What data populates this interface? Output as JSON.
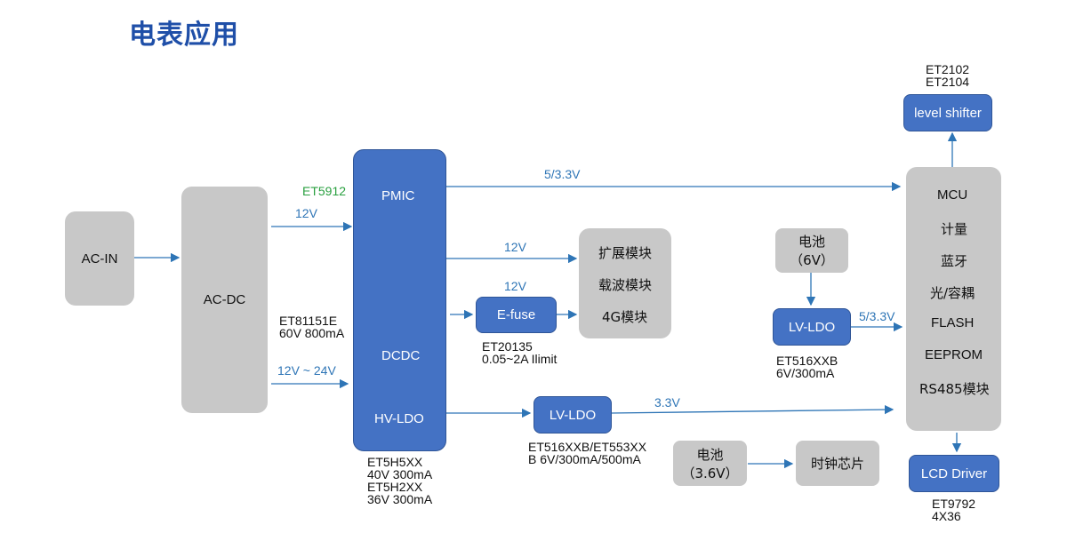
{
  "title": "电表应用",
  "ac_in": "AC-IN",
  "ac_dc": "AC-DC",
  "big": {
    "pmic": "PMIC",
    "dcdc": "DCDC",
    "hvldo": "HV-LDO"
  },
  "efuse": "E-fuse",
  "lvldo_bottom": "LV-LDO",
  "lvldo_right": "LV-LDO",
  "level_shifter": "level shifter",
  "lcd": "LCD Driver",
  "ext_modules": [
    "扩展模块",
    "载波模块",
    "4G模块"
  ],
  "mcu_items": [
    "MCU",
    "计量",
    "蓝牙",
    "光/容耦",
    "FLASH",
    "EEPROM",
    "RS485模块"
  ],
  "battery_6v": [
    "电池",
    "（6V）"
  ],
  "battery_36v": [
    "电池",
    "（3.6V）"
  ],
  "clock_chip": "时钟芯片",
  "labels": {
    "et5912": "ET5912",
    "v12_top": "12V",
    "v12_24": "12V ~ 24V",
    "v53_top": "5/3.3V",
    "v12_ext": "12V",
    "v12_efuse": "12V",
    "v33": "3.3V",
    "v53_right": "5/3.3V",
    "et81151e": [
      "ET81151E",
      "60V 800mA"
    ],
    "et20135": [
      "ET20135",
      "0.05~2A Ilimit"
    ],
    "et5h": [
      "ET5H5XX",
      "40V 300mA",
      "ET5H2XX",
      "36V 300mA"
    ],
    "et516b": [
      "ET516XXB/ET553XX",
      "B 6V/300mA/500mA"
    ],
    "et516r": [
      "ET516XXB",
      "6V/300mA"
    ],
    "et2102": [
      "ET2102",
      "ET2104"
    ],
    "et9792": [
      "ET9792",
      "4X36"
    ]
  },
  "colors": {
    "title": "#1f4fa8",
    "box_blue": "#4472c4",
    "box_gray": "#c8c8c8",
    "line": "#2e75b6",
    "et5912": "#2aa040"
  }
}
